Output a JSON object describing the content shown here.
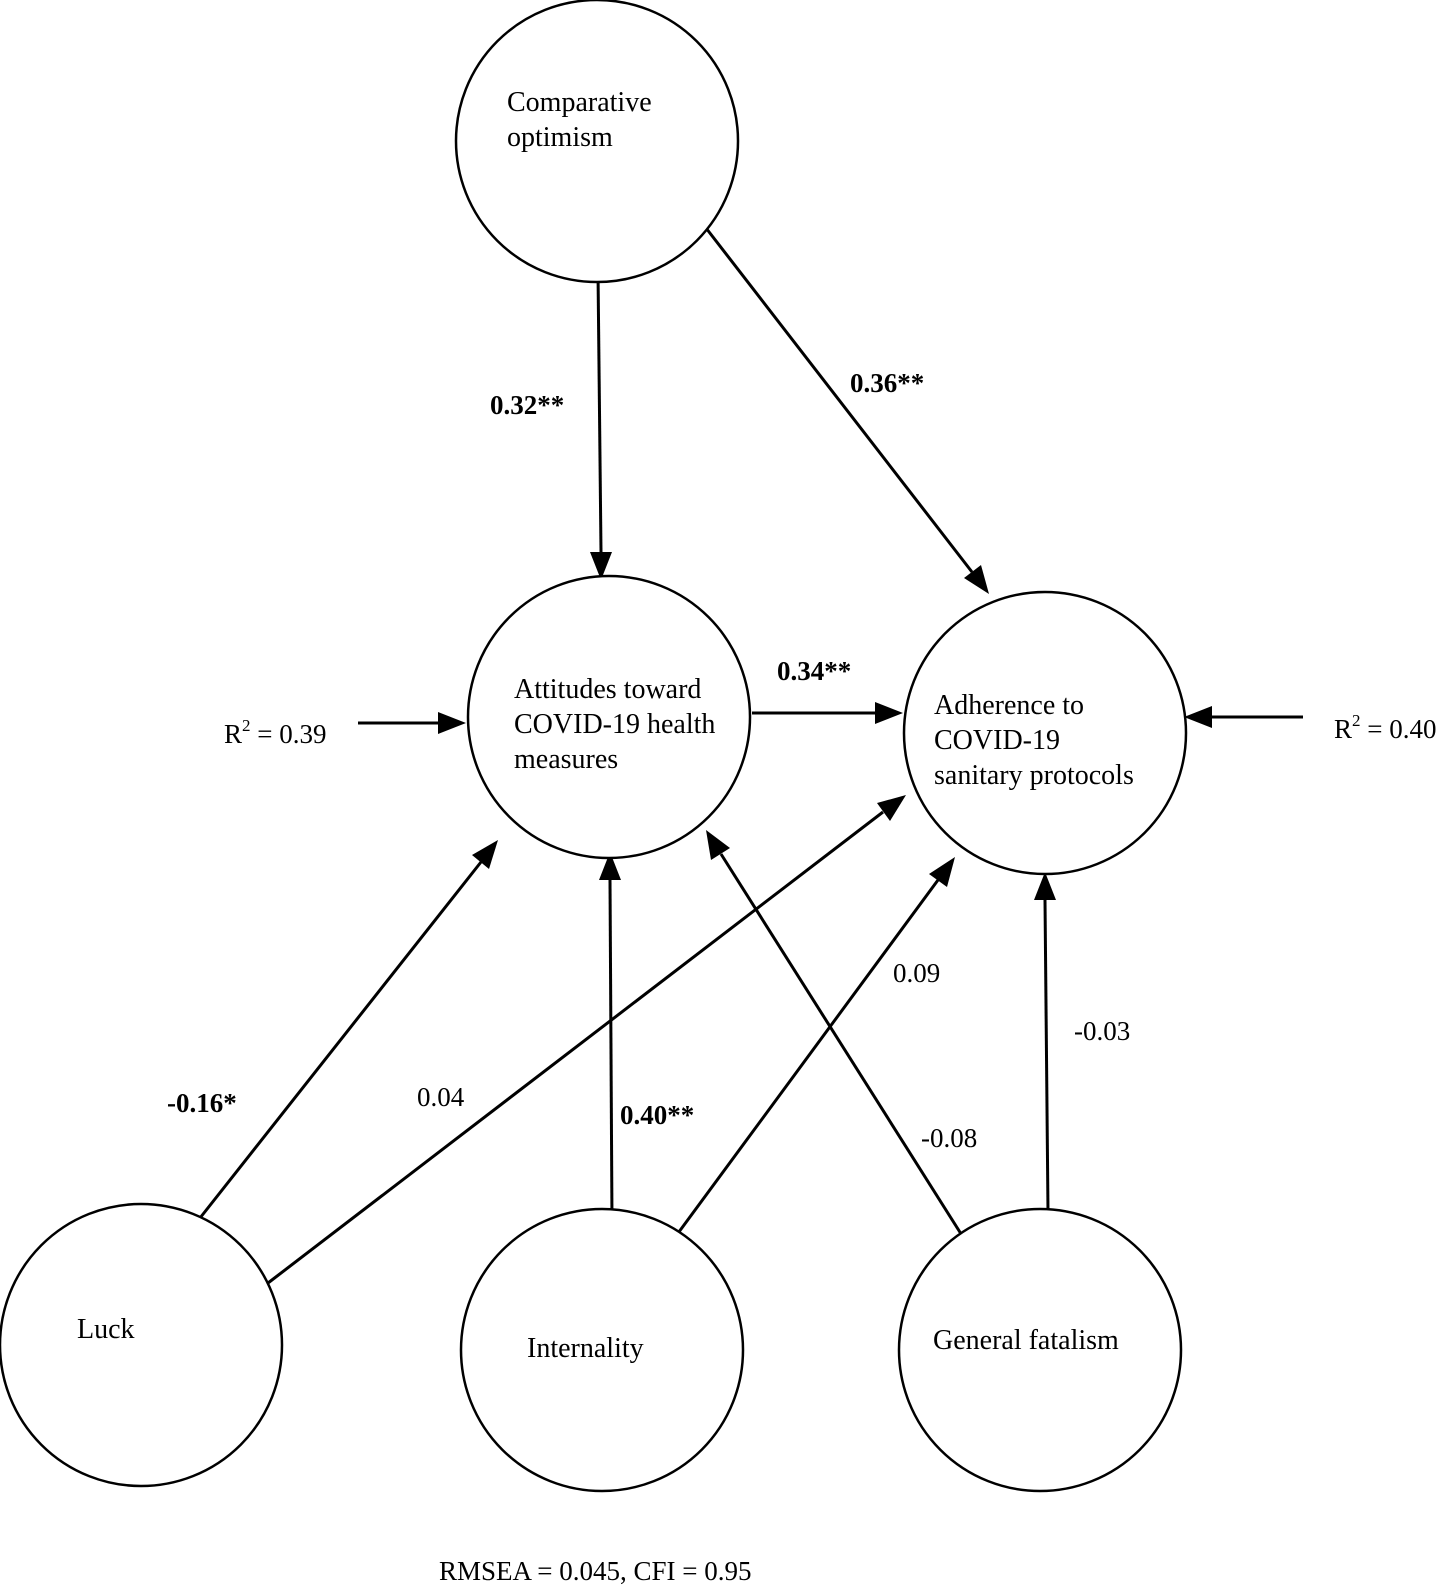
{
  "nodes": {
    "comparative_optimism": {
      "lines": [
        "Comparative",
        "optimism"
      ]
    },
    "attitudes": {
      "lines": [
        "Attitudes toward",
        "COVID-19 health",
        "measures"
      ]
    },
    "adherence": {
      "lines": [
        "Adherence to",
        "COVID-19",
        "sanitary protocols"
      ]
    },
    "luck": {
      "lines": [
        "Luck"
      ]
    },
    "internality": {
      "lines": [
        "Internality"
      ]
    },
    "general_fatalism": {
      "lines": [
        "General fatalism"
      ]
    }
  },
  "edges": {
    "co_to_att": {
      "label": "0.32**",
      "significant": true
    },
    "co_to_adh": {
      "label": "0.36**",
      "significant": true
    },
    "att_to_adh": {
      "label": "0.34**",
      "significant": true
    },
    "luck_to_att": {
      "label": "-0.16*",
      "significant": true
    },
    "luck_to_adh": {
      "label": "0.04",
      "significant": false
    },
    "int_to_att": {
      "label": "0.40**",
      "significant": true
    },
    "int_to_adh": {
      "label": "0.09",
      "significant": false
    },
    "gf_to_att": {
      "label": "-0.08",
      "significant": false
    },
    "gf_to_adh": {
      "label": "-0.03",
      "significant": false
    }
  },
  "r_squared": {
    "attitudes": {
      "prefix": "R",
      "sup": "2",
      "value": " = 0.39"
    },
    "adherence": {
      "prefix": "R",
      "sup": "2",
      "value": " = 0.40"
    }
  },
  "fit": {
    "text": "RMSEA = 0.045, CFI = 0.95"
  }
}
